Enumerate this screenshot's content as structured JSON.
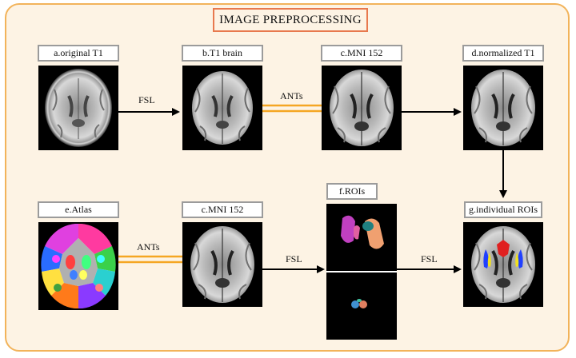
{
  "title": "IMAGE PREPROCESSING",
  "panels": {
    "original_t1": "a.original T1",
    "t1_brain": "b.T1 brain",
    "mni152_top": "c.MNI 152",
    "normalized_t1": "d.normalized T1",
    "atlas": "e.Atlas",
    "mni152_bottom": "c.MNI 152",
    "rois": "f.ROIs",
    "individual_rois": "g.individual ROIs"
  },
  "steps": {
    "fsl_a_b": "FSL",
    "ants_b_c": "ANTs",
    "ants_e_c": "ANTs",
    "fsl_c_f": "FSL",
    "fsl_f_g": "FSL"
  },
  "colors": {
    "panel_border": "#f2b35a",
    "panel_fill": "#fdf3e4",
    "title_border": "#e8794e",
    "ants_link": "#f5a623",
    "arrow": "#000000"
  }
}
